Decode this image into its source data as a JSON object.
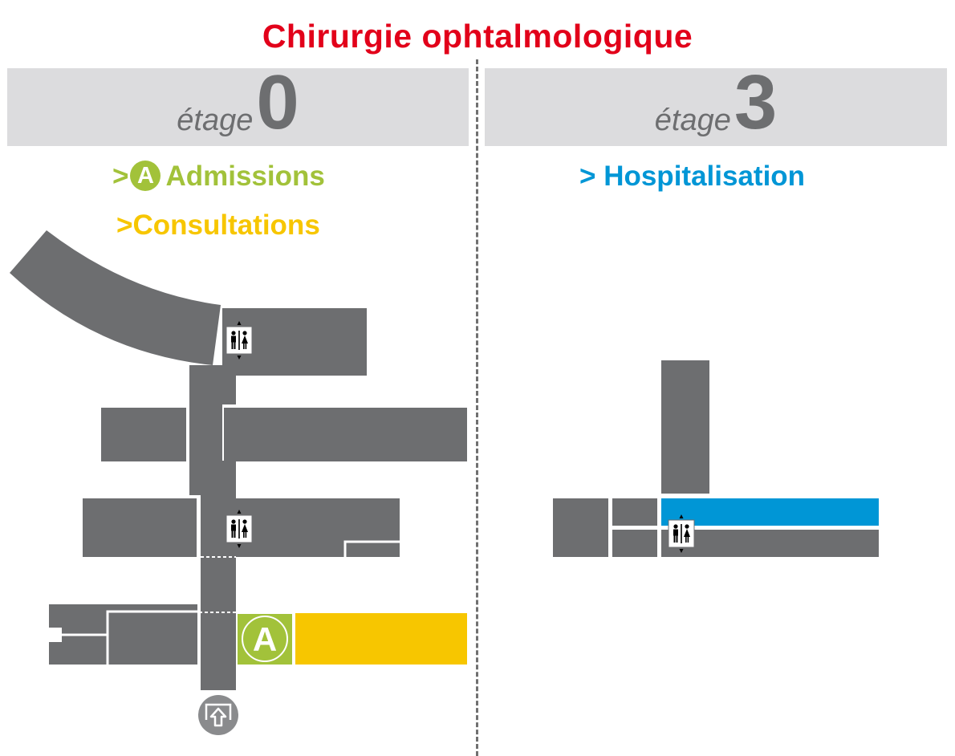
{
  "title": "Chirurgie ophtalmologique",
  "floors": [
    {
      "word": "étage",
      "number": "0"
    },
    {
      "word": "étage",
      "number": "3"
    }
  ],
  "services": {
    "admissions": {
      "prefix": ">",
      "badge": "A",
      "label": "Admissions",
      "color": "#a2c23a"
    },
    "consultations": {
      "prefix": ">",
      "label": "Consultations",
      "color": "#f7c600"
    },
    "hospitalisation": {
      "prefix": ">",
      "label": "Hospitalisation",
      "color": "#0096d6"
    }
  },
  "map": {
    "admissions_marker": "A",
    "icons": [
      "restroom-icon",
      "entrance-icon"
    ]
  },
  "colors": {
    "building": "#6d6e70",
    "header_bg": "#dcdcde",
    "title": "#e2001a"
  }
}
